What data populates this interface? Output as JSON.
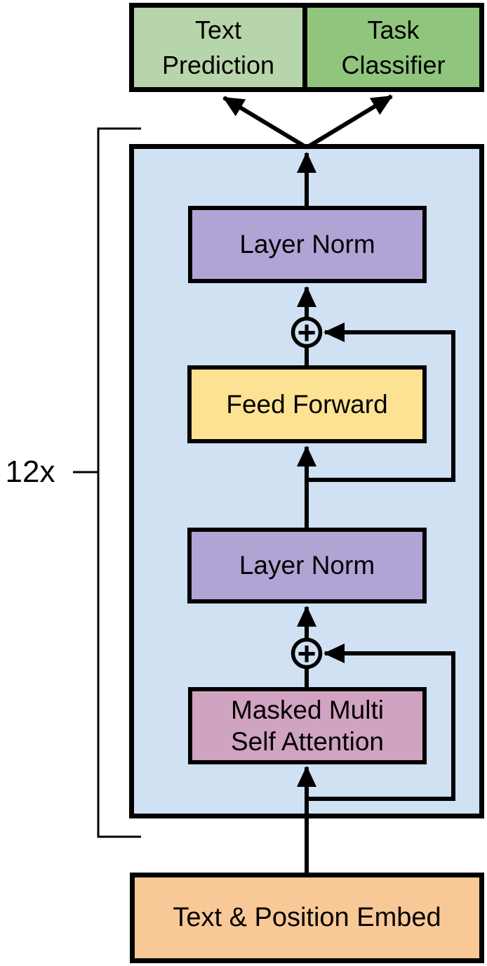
{
  "diagram": {
    "repeat_label": "12x",
    "heads": {
      "text_prediction": {
        "label": "Text\nPrediction",
        "bg": "#b7d5aa"
      },
      "task_classifier": {
        "label": "Task\nClassifier",
        "bg": "#90c57e"
      }
    },
    "transformer_block": {
      "bg": "#cfe1f2",
      "layer_norm_top": {
        "label": "Layer Norm",
        "bg": "#b1a4d5"
      },
      "feed_forward": {
        "label": "Feed Forward",
        "bg": "#fde294"
      },
      "layer_norm_bottom": {
        "label": "Layer Norm",
        "bg": "#b1a4d5"
      },
      "masked_attention": {
        "label": "Masked Multi\nSelf Attention",
        "bg": "#d0a3c0"
      },
      "residual_add_symbol": "+"
    },
    "input_embed": {
      "label": "Text & Position Embed",
      "bg": "#f8c996"
    },
    "line_color": "#000000"
  }
}
